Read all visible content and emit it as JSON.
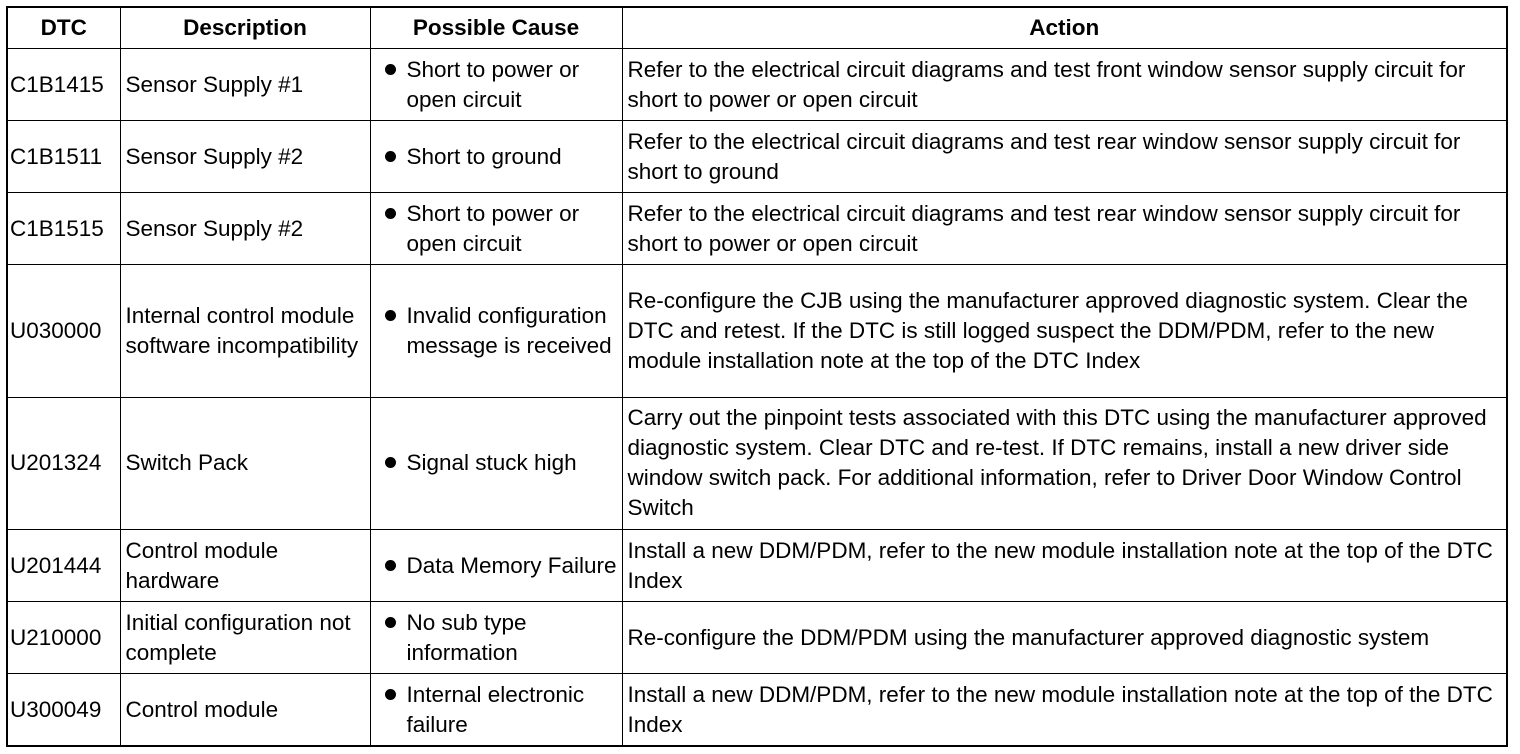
{
  "headers": {
    "dtc": "DTC",
    "description": "Description",
    "cause": "Possible Cause",
    "action": "Action"
  },
  "rows": [
    {
      "dtc": "C1B1415",
      "description": "Sensor Supply #1",
      "cause": "Short to power or open circuit",
      "action": "Refer to the electrical circuit diagrams and test front window sensor supply circuit for short to power or open circuit"
    },
    {
      "dtc": "C1B1511",
      "description": "Sensor Supply #2",
      "cause": "Short to ground",
      "action": "Refer to the electrical circuit diagrams and test rear window sensor supply circuit for short to ground"
    },
    {
      "dtc": "C1B1515",
      "description": "Sensor Supply #2",
      "cause": "Short to power or open circuit",
      "action": "Refer to the electrical circuit diagrams and test rear window sensor supply circuit for short to power or open circuit"
    },
    {
      "dtc": "U030000",
      "description": "Internal control module software incompatibility",
      "cause": "Invalid configuration message is received",
      "action": "Re-configure the CJB using the manufacturer approved diagnostic system. Clear the DTC and retest. If the DTC is still logged suspect the DDM/PDM, refer to the new module installation note at the top of the DTC Index"
    },
    {
      "dtc": "U201324",
      "description": "Switch Pack",
      "cause": "Signal stuck high",
      "action": "Carry out the pinpoint tests associated with this DTC using the manufacturer approved diagnostic system. Clear DTC and re-test. If DTC remains, install a new driver side window switch pack. For additional information, refer to Driver Door Window Control Switch"
    },
    {
      "dtc": "U201444",
      "description": "Control module hardware",
      "cause": "Data Memory Failure",
      "action": "Install a new DDM/PDM, refer to the new module installation note at the top of the DTC Index"
    },
    {
      "dtc": "U210000",
      "description": "Initial configuration not complete",
      "cause": "No sub type information",
      "action": "Re-configure the DDM/PDM using the manufacturer approved diagnostic system"
    },
    {
      "dtc": "U300049",
      "description": "Control module",
      "cause": "Internal electronic failure",
      "action": "Install a new DDM/PDM, refer to the new module installation note at the top of the DTC Index"
    }
  ]
}
